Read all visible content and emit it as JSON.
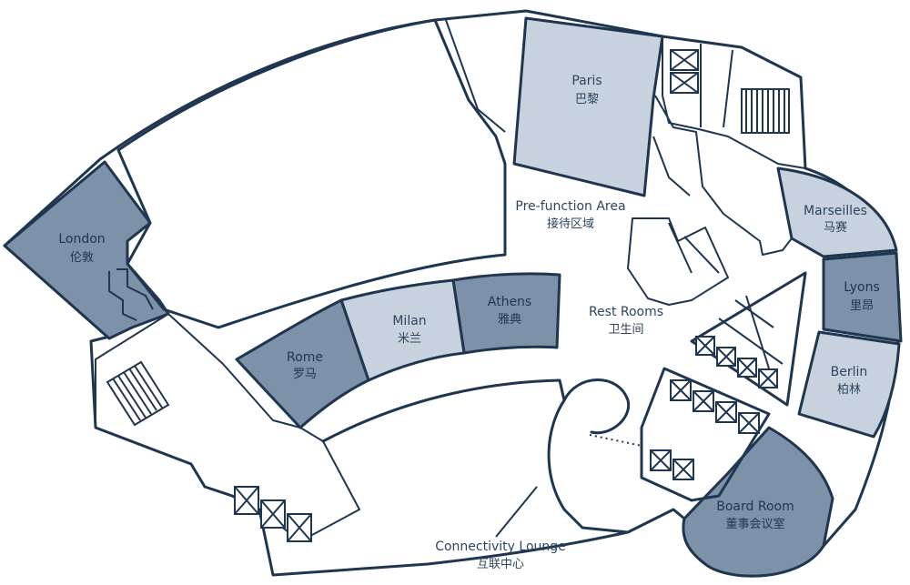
{
  "rooms": {
    "paris": {
      "en": "Paris",
      "cn": "巴黎"
    },
    "london": {
      "en": "London",
      "cn": "伦敦"
    },
    "rome": {
      "en": "Rome",
      "cn": "罗马"
    },
    "milan": {
      "en": "Milan",
      "cn": "米兰"
    },
    "athens": {
      "en": "Athens",
      "cn": "雅典"
    },
    "marseilles": {
      "en": "Marseilles",
      "cn": "马赛"
    },
    "lyons": {
      "en": "Lyons",
      "cn": "里昂"
    },
    "berlin": {
      "en": "Berlin",
      "cn": "柏林"
    },
    "board_room": {
      "en": "Board Room",
      "cn": "董事会议室"
    }
  },
  "areas": {
    "prefunction": {
      "en": "Pre-function Area",
      "cn": "接待区域"
    },
    "restrooms": {
      "en": "Rest Rooms",
      "cn": "卫生间"
    },
    "lounge": {
      "en": "Connectivity Lounge",
      "cn": "互联中心"
    }
  },
  "colors": {
    "wall": "#1f3650",
    "room_light": "#c8d2de",
    "room_dark": "#7d91a8",
    "text": "#2c4560"
  }
}
